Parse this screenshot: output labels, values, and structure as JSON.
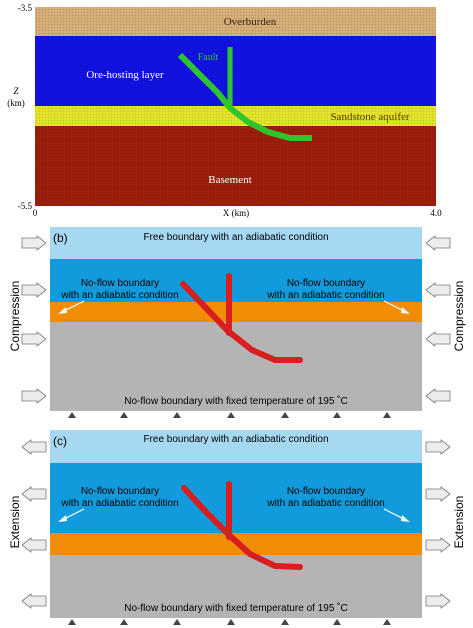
{
  "panel_a": {
    "layers": {
      "overburden": "Overburden",
      "ore_hosting": "Ore-hosting layer",
      "sandstone": "Sandstone aquifer",
      "basement": "Basement"
    },
    "fault_label": "Fault",
    "y_axis": {
      "name": "Z",
      "unit": "(km)",
      "top_tick": "-3.5",
      "bottom_tick": "-5.5"
    },
    "x_axis": {
      "label": "X (km)",
      "left_tick": "0",
      "right_tick": "4.0"
    },
    "colors": {
      "overburden": "#d8b07a",
      "ore_hosting": "#1212e6",
      "sandstone": "#e6e62a",
      "basement": "#9e1e0c",
      "fault": "#2ec42e"
    }
  },
  "panel_b": {
    "tag": "(b)",
    "top_boundary": "Free boundary with an adiabatic condition",
    "left_boundary_line1": "No-flow boundary",
    "left_boundary_line2": "with an adiabatic condition",
    "right_boundary_line1": "No-flow boundary",
    "right_boundary_line2": "with an adiabatic condition",
    "bottom_boundary": "No-flow boundary with fixed temperature of 195 ˚C",
    "side_label": "Compression",
    "arrow_direction": "inward"
  },
  "panel_c": {
    "tag": "(c)",
    "top_boundary": "Free boundary with an adiabatic condition",
    "left_boundary_line1": "No-flow boundary",
    "left_boundary_line2": "with an adiabatic condition",
    "right_boundary_line1": "No-flow boundary",
    "right_boundary_line2": "with an adiabatic condition",
    "bottom_boundary": "No-flow boundary with fixed temperature of 195 ˚C",
    "side_label": "Extension",
    "arrow_direction": "outward"
  },
  "model_colors": {
    "sky": "#a6d8f2",
    "blue": "#119bdc",
    "orange": "#f08c06",
    "gray": "#b4b4b4",
    "fault": "#d81e1e"
  }
}
